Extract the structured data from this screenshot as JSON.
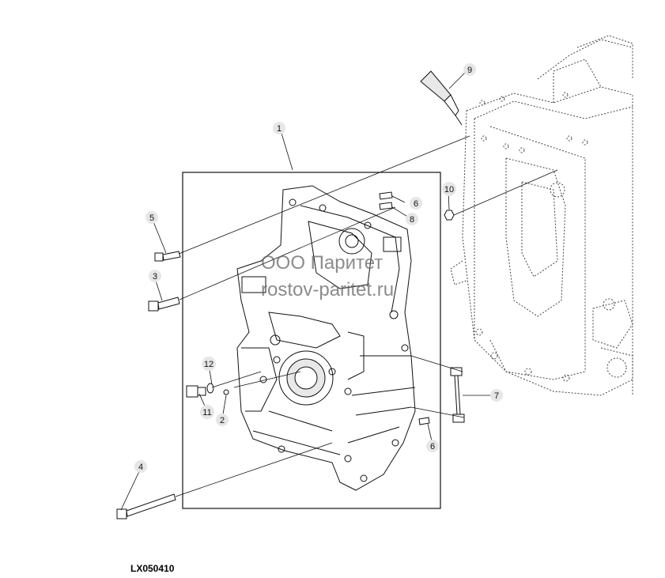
{
  "diagram": {
    "drawing_code": "LX050410",
    "watermark_lines": [
      "ООО Паритет",
      "rostov-paritet.ru"
    ],
    "callouts": [
      {
        "id": "c1",
        "label": "1"
      },
      {
        "id": "c2",
        "label": "2"
      },
      {
        "id": "c3",
        "label": "3"
      },
      {
        "id": "c4",
        "label": "4"
      },
      {
        "id": "c5",
        "label": "5"
      },
      {
        "id": "c6a",
        "label": "6"
      },
      {
        "id": "c6b",
        "label": "6"
      },
      {
        "id": "c7",
        "label": "7"
      },
      {
        "id": "c8",
        "label": "8"
      },
      {
        "id": "c9",
        "label": "9"
      },
      {
        "id": "c10",
        "label": "10"
      },
      {
        "id": "c11",
        "label": "11"
      },
      {
        "id": "c12",
        "label": "12"
      }
    ],
    "colors": {
      "line": "#111111",
      "balloon": "#e6e6e6",
      "watermark": "#666666"
    }
  }
}
